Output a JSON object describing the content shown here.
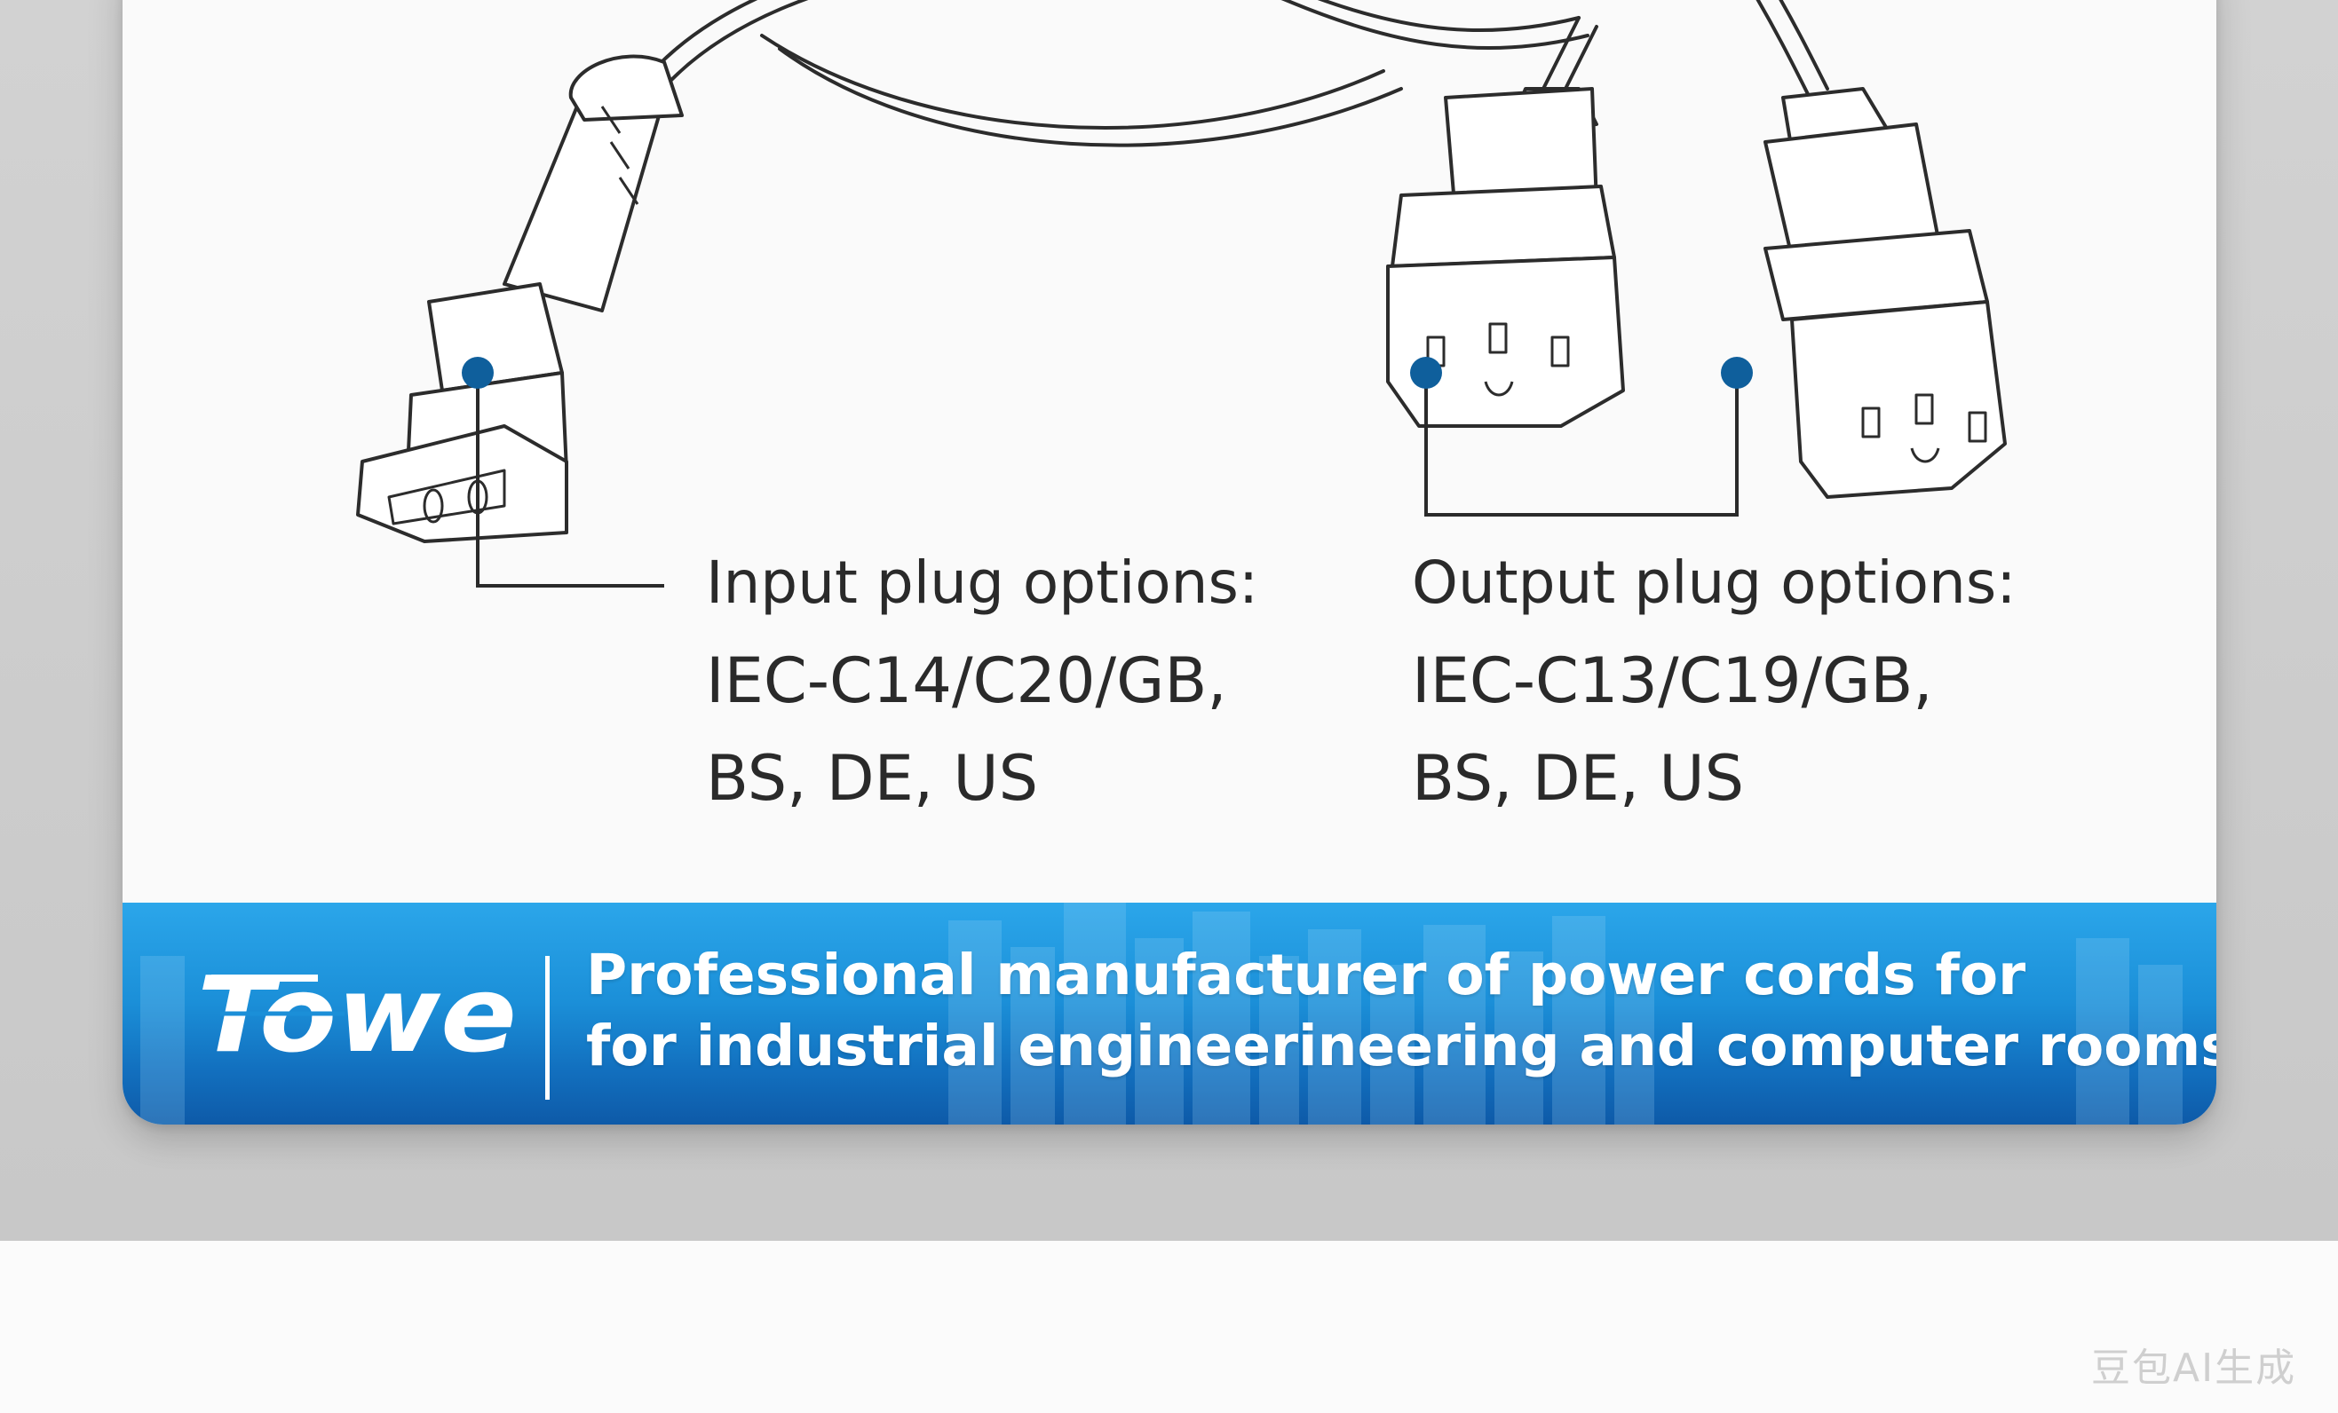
{
  "illustration": {
    "input_label": {
      "heading": "Input plug options:",
      "line1": "IEC-C14/C20/GB,",
      "line2": "BS, DE, US"
    },
    "output_label": {
      "heading": "Output plug options:",
      "line1": "IEC-C13/C19/GB,",
      "line2": "BS, DE, US"
    },
    "callout_color": "#0f5f9c"
  },
  "banner": {
    "logo_text": "Towe",
    "tagline_line1": "Professional manufacturer of power cords for",
    "tagline_line2": "for industrial engineerineering and computer rooms",
    "gradient_top": "#2ba6ea",
    "gradient_bottom": "#0e5aa8"
  },
  "watermark": "豆包AI生成"
}
